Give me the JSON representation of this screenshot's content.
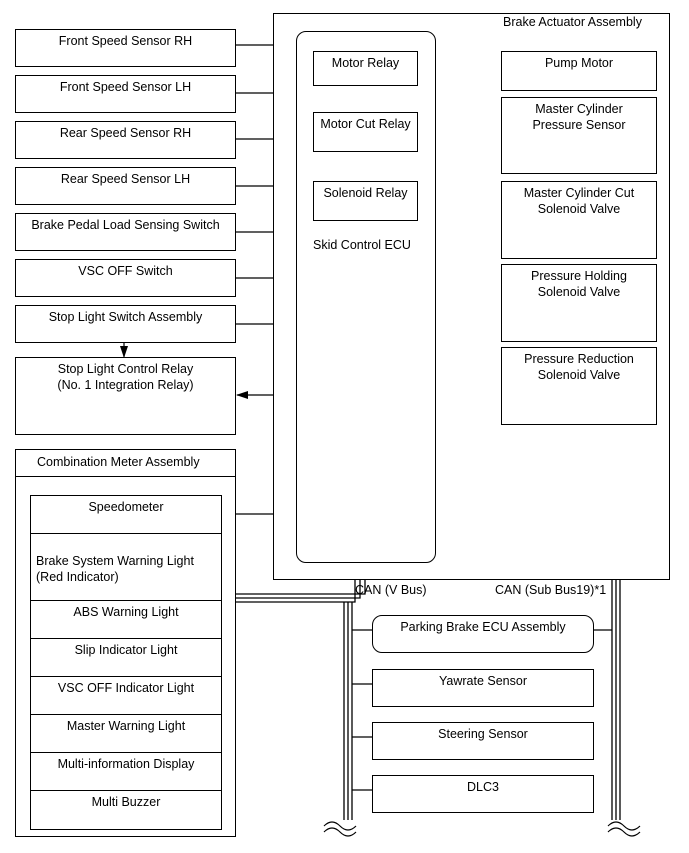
{
  "assembly": {
    "title": "Brake Actuator Assembly"
  },
  "ecu": {
    "title": "Skid Control ECU"
  },
  "relays": {
    "motor": "Motor Relay",
    "motor_cut": "Motor Cut Relay",
    "solenoid": "Solenoid Relay"
  },
  "inputs": [
    "Front Speed Sensor RH",
    "Front Speed Sensor LH",
    "Rear Speed Sensor RH",
    "Rear Speed Sensor LH",
    "Brake Pedal Load Sensing Switch",
    "VSC OFF Switch",
    "Stop Light Switch Assembly"
  ],
  "stop_relay": "Stop Light Control Relay\n(No. 1 Integration Relay)",
  "right_devices": {
    "pump_motor": "Pump Motor",
    "mc_pressure_sensor": "Master Cylinder\nPressure Sensor",
    "mc_cut_valve": "Master Cylinder Cut\nSolenoid Valve",
    "pressure_holding_valve": "Pressure Holding\nSolenoid Valve",
    "pressure_reduction_valve": "Pressure Reduction\nSolenoid Valve"
  },
  "meter": {
    "title": "Combination Meter Assembly",
    "items": [
      "Speedometer",
      "Brake System Warning Light\n(Red Indicator)",
      "ABS Warning Light",
      "Slip Indicator Light",
      "VSC OFF Indicator Light",
      "Master Warning Light",
      "Multi-information Display",
      "Multi Buzzer"
    ]
  },
  "bus": {
    "can_v": "CAN (V Bus)",
    "can_sub": "CAN (Sub Bus19)*1"
  },
  "can_devices": [
    "Parking Brake ECU Assembly",
    "Yawrate Sensor",
    "Steering Sensor",
    "DLC3"
  ]
}
